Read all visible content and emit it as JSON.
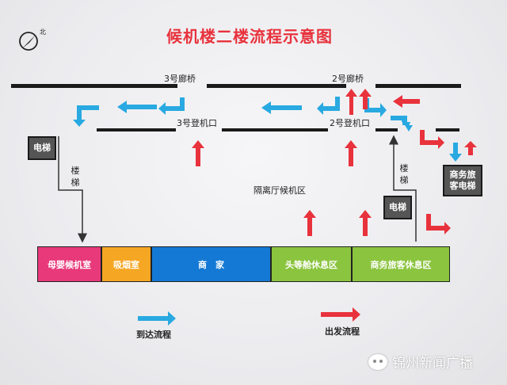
{
  "title": "候机楼二楼流程示意图",
  "north_label": "北",
  "labels": {
    "bridge3": "3号廊桥",
    "bridge2": "2号廊桥",
    "gate3": "3号登机口",
    "gate2": "2号登机口",
    "waiting_area": "隔离厅候机区",
    "stairs_left": "楼梯",
    "stairs_right": "楼梯"
  },
  "elevators": {
    "left": "电梯",
    "middle": "电梯",
    "business": "商务旅客电梯"
  },
  "rooms": [
    {
      "id": "nursery",
      "label": "母婴候机室",
      "color": "#e8397a"
    },
    {
      "id": "smoking",
      "label": "吸烟室",
      "color": "#f5a623"
    },
    {
      "id": "shops",
      "label": "商　家",
      "color": "#1479d4"
    },
    {
      "id": "first_class",
      "label": "头等舱休息区",
      "color": "#8bc43f"
    },
    {
      "id": "business",
      "label": "商务旅客休息区",
      "color": "#8bc43f"
    }
  ],
  "legend": {
    "arrival": "到达流程",
    "departure": "出发流程"
  },
  "colors": {
    "arrival": "#29a9e1",
    "departure": "#e8323c",
    "title": "#e8323c"
  },
  "watermark": "锦州新闻广播"
}
